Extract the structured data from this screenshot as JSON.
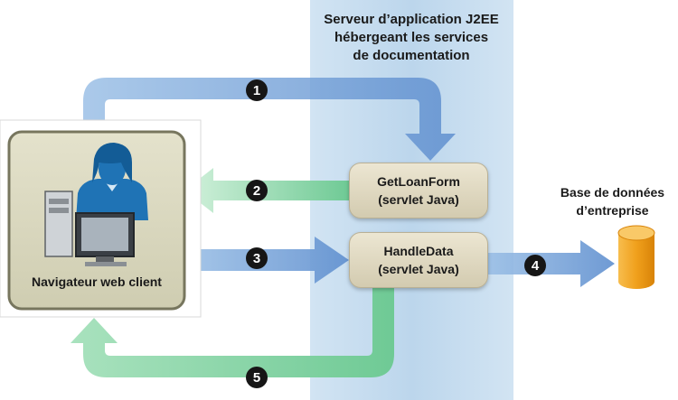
{
  "server": {
    "title": "Serveur d’application J2EE\nhébergeant les services\nde documentation"
  },
  "client": {
    "label": "Navigateur web client"
  },
  "database": {
    "label": "Base de données\nd’entreprise"
  },
  "servlets": {
    "getloanform": {
      "name": "GetLoanForm",
      "type": "(servlet Java)"
    },
    "handledata": {
      "name": "HandleData",
      "type": "(servlet Java)"
    }
  },
  "steps": [
    "1",
    "2",
    "3",
    "4",
    "5"
  ],
  "colors": {
    "server_band": "#c9dff0",
    "request_arrow": "#7fa9d9",
    "response_arrow": "#9fdab4",
    "database": "#f2a21a",
    "client_panel": "#d9d7bd",
    "figure": "#1f73b5"
  },
  "icons": [
    "user-icon",
    "computer-icon",
    "database-icon"
  ]
}
